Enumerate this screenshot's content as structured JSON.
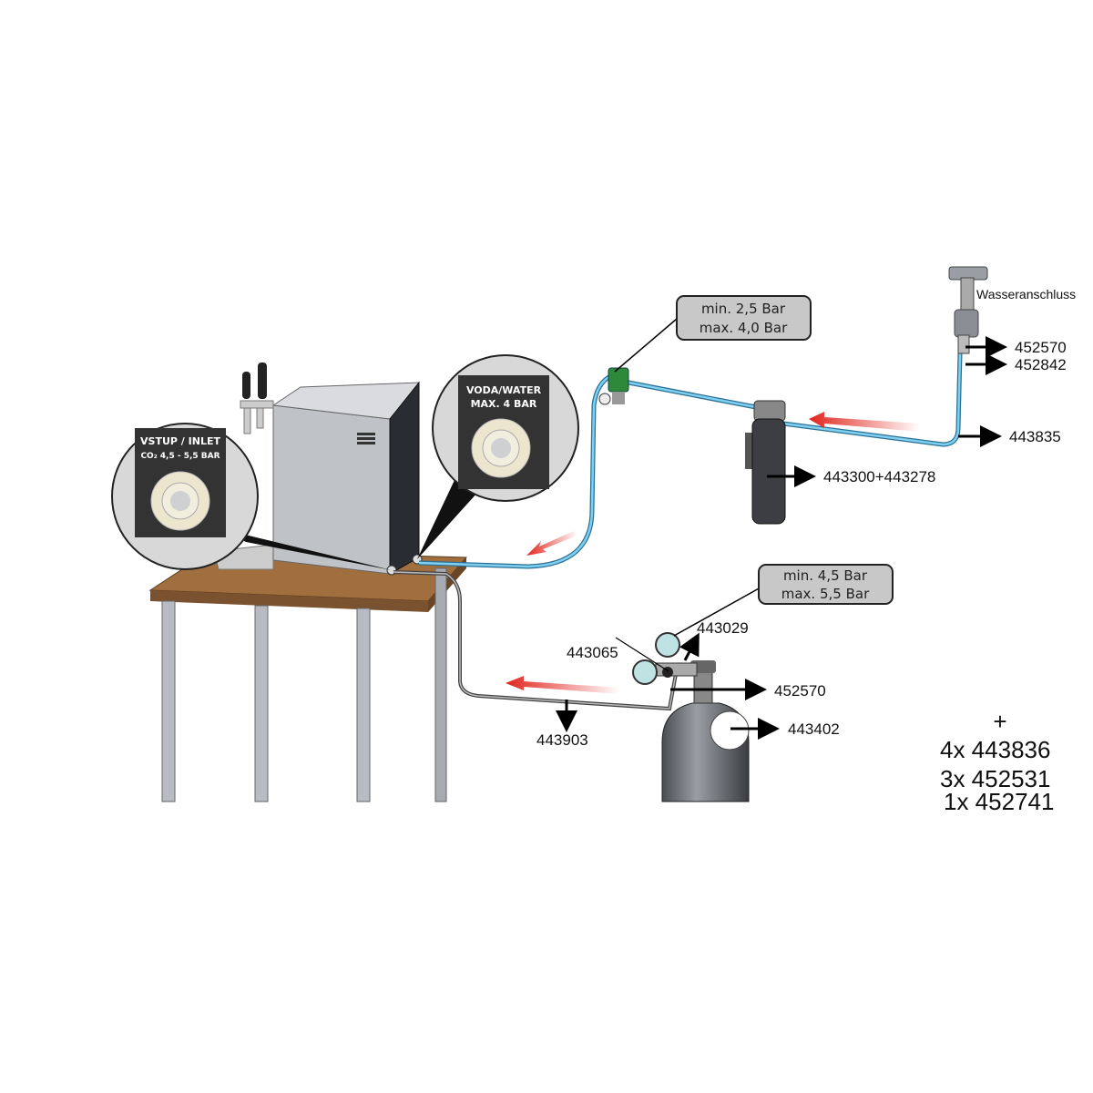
{
  "callouts": {
    "inlet": {
      "line1": "VSTUP / INLET",
      "line2": "CO₂ 4,5 - 5,5 BAR"
    },
    "water": {
      "line1": "VODA/WATER",
      "line2": "MAX. 4 BAR"
    }
  },
  "pressure_boxes": {
    "water_regulator": {
      "min": "min. 2,5 Bar",
      "max": "max. 4,0 Bar"
    },
    "co2_regulator": {
      "min": "min. 4,5 Bar",
      "max": "max. 5,5 Bar"
    }
  },
  "labels": {
    "water_connection": "Wasseranschluss",
    "valve1": "452570",
    "valve2": "452842",
    "hose": "443835",
    "filter": "443300+443278",
    "gauge": "443029",
    "reducer": "443065",
    "co2_connector": "452570",
    "co2_bottle": "443402",
    "gas_hose": "443903"
  },
  "extras": {
    "plus": "+",
    "items": [
      "4x 443836",
      "3x 452531",
      "1x 452741"
    ]
  },
  "colors": {
    "water_pipe": "#5bb8e0",
    "flow_arrow": "#e0241c",
    "table_top": "#9a6a3a"
  }
}
